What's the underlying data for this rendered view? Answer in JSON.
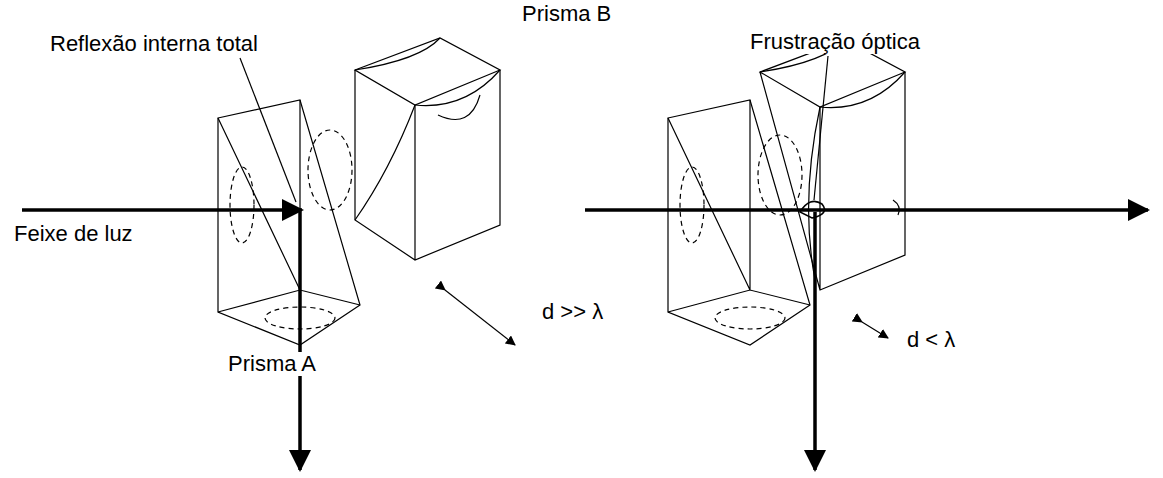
{
  "diagram": {
    "labels": [
      "Prisma B",
      "Reflexão interna total",
      "Feixe de luz",
      "Prisma A",
      "d >> λ",
      "Frustração óptica",
      "d < λ"
    ]
  }
}
